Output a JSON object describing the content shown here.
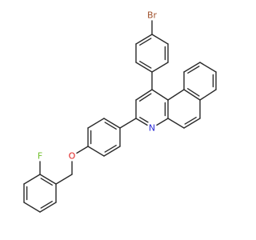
{
  "molecule": {
    "atoms": [
      {
        "id": "Br",
        "label": "Br",
        "color": "#a0522d"
      },
      {
        "id": "N",
        "label": "N",
        "color": "#2b2bd6"
      },
      {
        "id": "O",
        "label": "O",
        "color": "#e02020"
      },
      {
        "id": "F",
        "label": "F",
        "color": "#6fbf2a"
      }
    ],
    "bond_color": "#2b2b2b"
  }
}
